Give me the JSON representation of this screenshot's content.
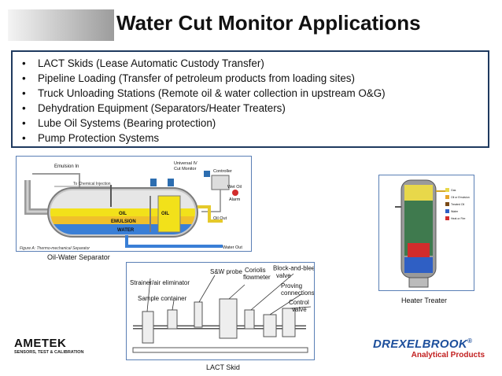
{
  "slide": {
    "title": "Water Cut Monitor Applications",
    "bullets": [
      "LACT Skids (Lease Automatic Custody Transfer)",
      "Pipeline Loading (Transfer of petroleum products from loading sites)",
      "Truck Unloading Stations (Remote oil & water collection in upstream O&G)",
      "Dehydration Equipment (Separators/Heater Treaters)",
      "Lube Oil Systems (Bearing protection)",
      "Pump Protection Systems"
    ],
    "bullet_glyph": "•"
  },
  "separator": {
    "caption": "Oil-Water Separator",
    "figure_label": "Figure A: Thermo-mechanical Separator",
    "labels": {
      "emulsion_in": "Emulsion In",
      "chemical_injection": "To Chemical Injection",
      "monitor": "Universal IV",
      "monitor2": "Cut Monitor",
      "controller": "Controller",
      "wet_oil": "Wet Oil",
      "alarm": "Alarm",
      "oil_left": "OIL",
      "oil_right": "OIL",
      "emulsion": "EMULSION",
      "water": "WATER",
      "oil_out": "Oil Out",
      "water_out": "Water Out"
    }
  },
  "lact": {
    "caption": "LACT Skid",
    "labels": {
      "strainer": "Strainer/air eliminator",
      "sw_probe": "S&W probe",
      "sample": "Sample container",
      "coriolis": "Coriolis",
      "flowmeter": "flowmeter",
      "block_bleed": "Block-and-bleed",
      "valve": "valve",
      "proving": "Proving",
      "connections": "connections",
      "control": "Control",
      "control_valve": "valve"
    }
  },
  "heater": {
    "caption": "Heater Treater",
    "legend": [
      "Gas",
      "Oil or Emulsion",
      "Treated Oil",
      "Water",
      "Heat or Fire"
    ],
    "legend_colors": [
      "#e8d84a",
      "#e5a32a",
      "#7a4a16",
      "#2f5fc4",
      "#d22c2c"
    ]
  },
  "logos": {
    "ametek": "AMETEK",
    "ametek_tag": "SENSORS, TEST & CALIBRATION",
    "drexelbrook": "DREXELBROOK",
    "drexelbrook_reg": "®",
    "drexelbrook_tag": "Analytical Products"
  },
  "colors": {
    "border": "#1f3a5f",
    "figure_border": "#5a7fb5",
    "oil": "#f2e11a",
    "emulsion": "#f0c02a",
    "water": "#3a7fd6",
    "drexelbrook_blue": "#1d4f9c",
    "drexelbrook_red": "#c21f1f"
  }
}
